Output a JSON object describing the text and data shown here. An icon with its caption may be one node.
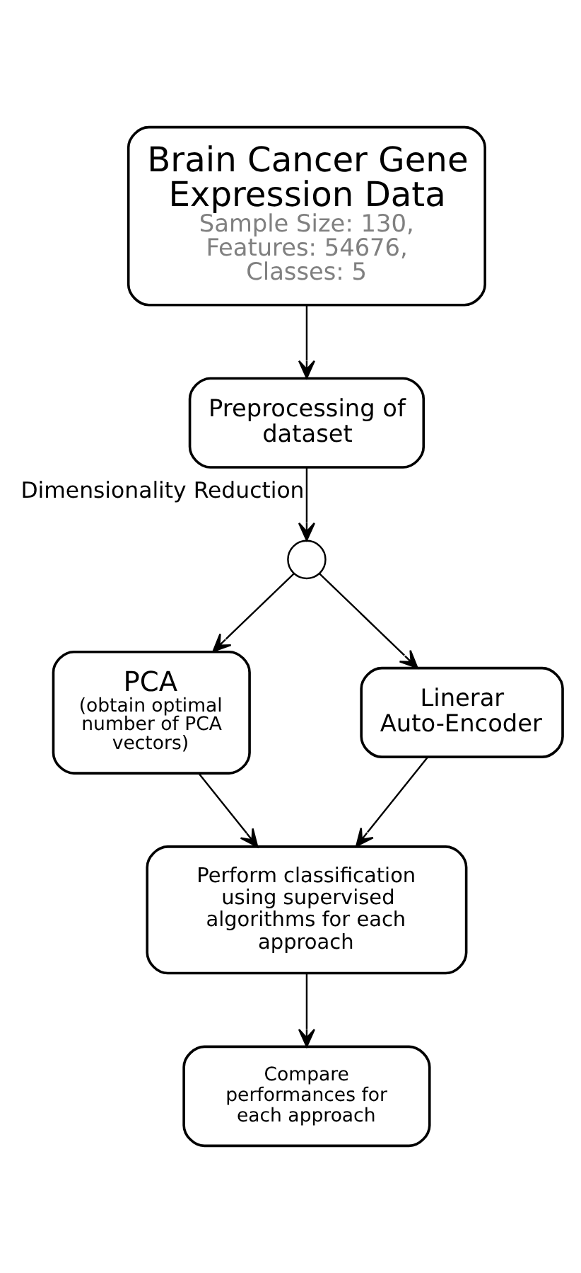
{
  "diagram": {
    "nodes": [
      {
        "text": [
          "Brain Cancer Gene Expression Data",
          "Sample Size: 130, Features: 54676, Classes: 5"
        ]
      },
      {
        "text": [
          "Preprocessing of dataset"
        ]
      },
      {
        "text": [],
        "shape": "circle"
      },
      {
        "text": [
          "PCA",
          "(obtain optimal number of PCA vectors)"
        ]
      },
      {
        "text": [
          "Linerar Auto-Encoder"
        ]
      },
      {
        "text": [
          "Perform classification using supervised algorithms for each approach"
        ]
      },
      {
        "text": [
          "Compare performances for each approach"
        ]
      }
    ],
    "edges": [
      {
        "from": 0,
        "to": 1,
        "arrow": "to"
      },
      {
        "from": 1,
        "to": 2,
        "arrow": "to",
        "label": "Dimensionality Reduction"
      },
      {
        "from": 2,
        "to": 3,
        "arrow": "to"
      },
      {
        "from": 2,
        "to": 4,
        "arrow": "to"
      },
      {
        "from": 3,
        "to": 5,
        "arrow": "to"
      },
      {
        "from": 4,
        "to": 5,
        "arrow": "to"
      },
      {
        "from": 5,
        "to": 6,
        "arrow": "to"
      }
    ]
  }
}
